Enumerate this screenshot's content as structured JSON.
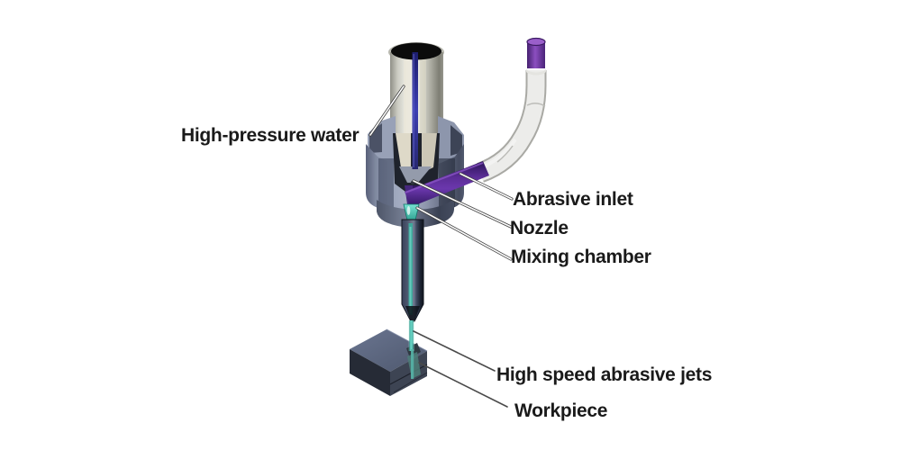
{
  "diagram": {
    "labels": {
      "high_pressure_water": "High-pressure water",
      "abrasive_inlet": "Abrasive inlet",
      "nozzle": "Nozzle",
      "mixing_chamber": "Mixing chamber",
      "high_speed_abrasive_jets": "High speed abrasive jets",
      "workpiece": "Workpiece"
    },
    "colors": {
      "background": "#ffffff",
      "label_text": "#1a1a1a",
      "leader_line_dark": "#4a4a4a",
      "leader_line_light": "#fbfbfb",
      "water_tube_blue": "#2f31a0",
      "abrasive_purple": "#5b2d96",
      "jet_teal": "#55c9ba",
      "body_slate": "#9aa3b9",
      "cylinder_silver": "#d9d9d0",
      "interior_cream": "#ded9c8",
      "nozzle_dark": "#2a3140",
      "pipe_grey": "#ececea",
      "workpiece_slate": "#4a5468"
    }
  }
}
